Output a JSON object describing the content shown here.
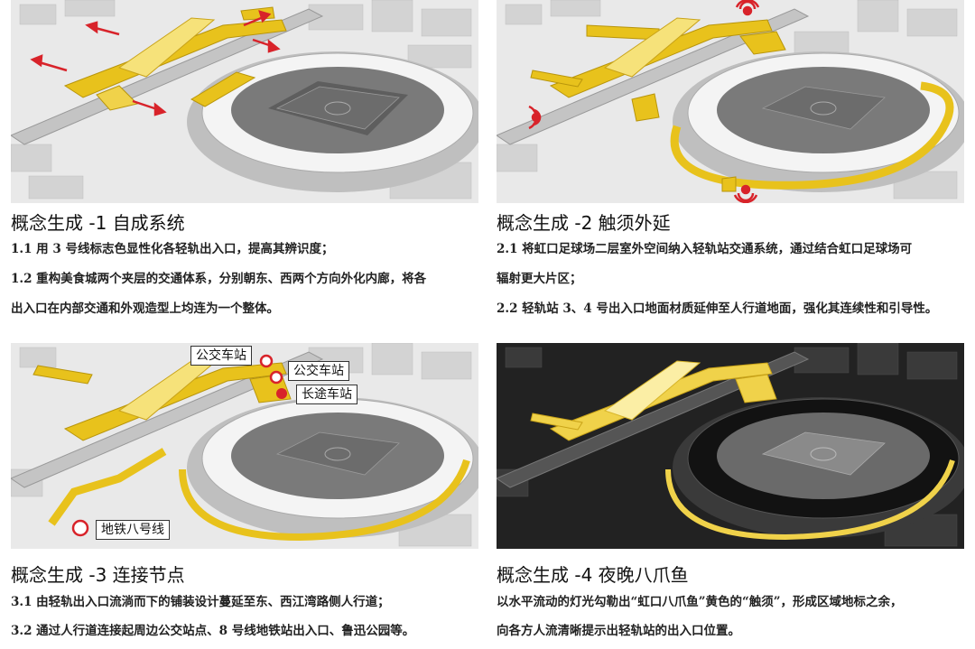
{
  "panels": [
    {
      "title": "概念生成 -1  自成系统",
      "lines": [
        "1.1 用 3 号线标志色显性化各轻轨出入口，提高其辨识度；",
        "1.2 重构美食城两个夹层的交通体系，分别朝东、西两个方向外化内廊，将各",
        "出入口在内部交通和外观造型上均连为一个整体。"
      ]
    },
    {
      "title": "概念生成 -2  触须外延",
      "lines": [
        "2.1 将虹口足球场二层室外空间纳入轻轨站交通系统，通过结合虹口足球场可",
        "辐射更大片区；",
        "2.2 轻轨站 3、4 号出入口地面材质延伸至人行道地面，强化其连续性和引导性。"
      ]
    },
    {
      "title": "概念生成 -3  连接节点",
      "lines": [
        "3.1 由轻轨出入口流淌而下的铺装设计蔓延至东、西江湾路侧人行道；",
        "3.2 通过人行道连接起周边公交站点、8 号线地铁站出入口、鲁迅公园等。"
      ],
      "callouts": {
        "bus_a": "公交车站",
        "bus_b": "公交车站",
        "coach": "长途车站",
        "metro": "地铁八号线"
      }
    },
    {
      "title": "概念生成 -4  夜晚八爪鱼",
      "lines": [
        "以水平流动的灯光勾勒出“虹口八爪鱼”黄色的“触须”，形成区域地标之余，",
        "向各方人流清晰提示出轻轨站的出入口位置。"
      ]
    }
  ],
  "colors": {
    "accent_yellow": "#e8c21c",
    "highlight_yellow": "#f6e27a",
    "arrow_red": "#d8232a",
    "night_bg": "#222222"
  }
}
